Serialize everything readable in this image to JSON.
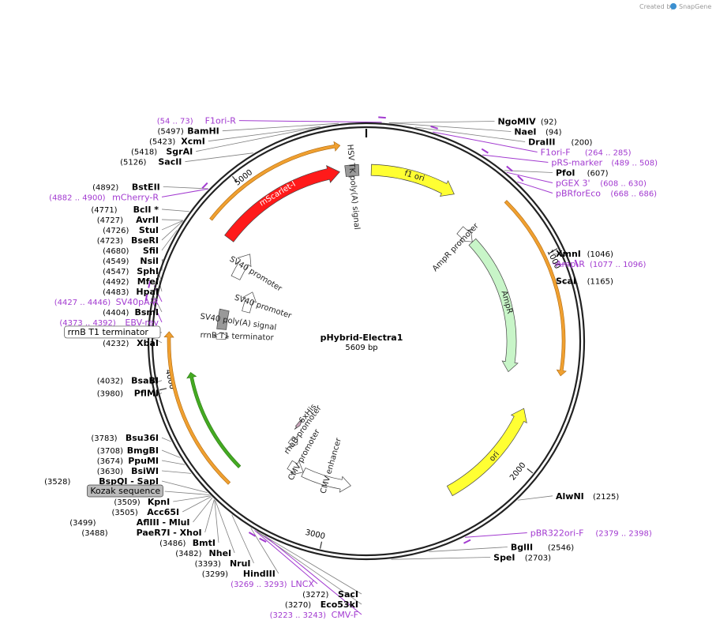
{
  "plasmid": {
    "name": "pHybrid-Electra1",
    "size_label": "5609 bp",
    "length": 5609
  },
  "credit": {
    "prefix": "Created by",
    "brand": "SnapGene"
  },
  "ruler": [
    {
      "label": "1000",
      "bp": 1000
    },
    {
      "label": "2000",
      "bp": 2000
    },
    {
      "label": "3000",
      "bp": 3000
    },
    {
      "label": "4000",
      "bp": 4000
    },
    {
      "label": "5000",
      "bp": 5000
    }
  ],
  "features": [
    {
      "name": "f1 ori",
      "start": 26,
      "end": 481,
      "dir": 1,
      "track": 1,
      "color": "#ffff33",
      "label_inside": true
    },
    {
      "name": "AmpR promoter",
      "start": 626,
      "end": 730,
      "dir": 1,
      "track": 2,
      "color": "#ffffff"
    },
    {
      "name": "AmpR",
      "start": 731,
      "end": 1591,
      "dir": 1,
      "track": 2,
      "color": "#c8f5c8",
      "label_inside": true
    },
    {
      "name": "ori",
      "start": 1762,
      "end": 2350,
      "dir": -1,
      "track": 1,
      "color": "#ffff33",
      "label_inside": true
    },
    {
      "name": "CMV enhancer",
      "start": 2900,
      "end": 3204,
      "dir": -1,
      "track": 2,
      "color": "#ffffff"
    },
    {
      "name": "CMV promoter",
      "start": 3205,
      "end": 3300,
      "dir": -1,
      "track": 2,
      "color": "#ffffff"
    },
    {
      "name": "rhaB promoter",
      "start": 3330,
      "end": 3390,
      "dir": -1,
      "track": 3,
      "color": "#ffffff"
    },
    {
      "name": "6xHis",
      "start": 3400,
      "end": 3425,
      "dir": -1,
      "track": 4,
      "color": "#c7a3b8"
    },
    {
      "name": "SV40 poly(A) signal",
      "start": 4280,
      "end": 4400,
      "dir": 0,
      "track": 2,
      "color": "#999999"
    },
    {
      "name": "SV40 promoter",
      "start": 4610,
      "end": 4780,
      "dir": 1,
      "track": 2,
      "color": "#ffffff"
    },
    {
      "name": "mScarlet-I",
      "start": 4780,
      "end": 5470,
      "dir": 1,
      "track": 1,
      "color": "#ff1a1a",
      "label_inside": true
    },
    {
      "name": "HSV TK poly(A) signal",
      "start": 5500,
      "end": 5570,
      "dir": 0,
      "track": 1,
      "color": "#999999"
    },
    {
      "name": "SV40 promoter",
      "start": 4420,
      "end": 4570,
      "dir": 1,
      "track": 3,
      "color": "#ffffff"
    },
    {
      "name": "rrnB T1 terminator",
      "start": 4220,
      "end": 4260,
      "dir": 1,
      "track": 2,
      "color": "#ffffff"
    }
  ],
  "orfs": [
    {
      "start": 700,
      "end": 1560,
      "dir": 1,
      "color": "#f0a030"
    },
    {
      "start": 3490,
      "end": 4250,
      "dir": 1,
      "color": "#f0a030"
    },
    {
      "start": 4800,
      "end": 5490,
      "dir": 1,
      "color": "#f0a030"
    },
    {
      "start": 3510,
      "end": 4050,
      "dir": 1,
      "color": "#44aa22"
    }
  ],
  "labels": [
    {
      "name": "NgoMIV",
      "pos": "(92)",
      "bp": 92,
      "side": "R",
      "kind": "site"
    },
    {
      "name": "NaeI",
      "pos": "(94)",
      "bp": 94,
      "side": "R",
      "kind": "site"
    },
    {
      "name": "DraIII",
      "pos": "(200)",
      "bp": 200,
      "side": "R",
      "kind": "site"
    },
    {
      "name": "F1ori-F",
      "pos": "(264 .. 285)",
      "bp": 275,
      "side": "R",
      "kind": "primer"
    },
    {
      "name": "pRS-marker",
      "pos": "(489 .. 508)",
      "bp": 498,
      "side": "R",
      "kind": "primer"
    },
    {
      "name": "PfoI",
      "pos": "(607)",
      "bp": 607,
      "side": "R",
      "kind": "site"
    },
    {
      "name": "pGEX 3'",
      "pos": "(608 .. 630)",
      "bp": 619,
      "side": "R",
      "kind": "primer"
    },
    {
      "name": "pBRforEco",
      "pos": "(668 .. 686)",
      "bp": 677,
      "side": "R",
      "kind": "primer"
    },
    {
      "name": "XmnI",
      "pos": "(1046)",
      "bp": 1046,
      "side": "R",
      "kind": "site"
    },
    {
      "name": "Amp-R",
      "pos": "(1077 .. 1096)",
      "bp": 1086,
      "side": "R",
      "kind": "primer"
    },
    {
      "name": "ScaI",
      "pos": "(1165)",
      "bp": 1165,
      "side": "R",
      "kind": "site"
    },
    {
      "name": "AlwNI",
      "pos": "(2125)",
      "bp": 2125,
      "side": "R",
      "kind": "site"
    },
    {
      "name": "pBR322ori-F",
      "pos": "(2379 .. 2398)",
      "bp": 2388,
      "side": "R",
      "kind": "primer"
    },
    {
      "name": "BglII",
      "pos": "(2546)",
      "bp": 2546,
      "side": "R",
      "kind": "site"
    },
    {
      "name": "SpeI",
      "pos": "(2703)",
      "bp": 2703,
      "side": "R",
      "kind": "site"
    },
    {
      "name": "F1ori-R",
      "pos": "(54 .. 73)",
      "bp": 63,
      "side": "L",
      "kind": "primer"
    },
    {
      "name": "BamHI",
      "pos": "(5497)",
      "bp": 5497,
      "side": "L",
      "kind": "site"
    },
    {
      "name": "XcmI",
      "pos": "(5423)",
      "bp": 5423,
      "side": "L",
      "kind": "site"
    },
    {
      "name": "SgrAI",
      "pos": "(5418)",
      "bp": 5418,
      "side": "L",
      "kind": "site"
    },
    {
      "name": "SacII",
      "pos": "(5126)",
      "bp": 5126,
      "side": "L",
      "kind": "site"
    },
    {
      "name": "mCherry-R",
      "pos": "(4882 .. 4900)",
      "bp": 4891,
      "side": "L",
      "kind": "primer"
    },
    {
      "name": "BstEII",
      "pos": "(4892)",
      "bp": 4892,
      "side": "L",
      "kind": "site"
    },
    {
      "name": "BclI *",
      "pos": "(4771)",
      "bp": 4771,
      "side": "L",
      "kind": "site"
    },
    {
      "name": "AvrII",
      "pos": "(4727)",
      "bp": 4727,
      "side": "L",
      "kind": "site"
    },
    {
      "name": "StuI",
      "pos": "(4726)",
      "bp": 4726,
      "side": "L",
      "kind": "site"
    },
    {
      "name": "BseRI",
      "pos": "(4723)",
      "bp": 4723,
      "side": "L",
      "kind": "site"
    },
    {
      "name": "SfiI",
      "pos": "(4680)",
      "bp": 4680,
      "side": "L",
      "kind": "site"
    },
    {
      "name": "NsiI",
      "pos": "(4549)",
      "bp": 4549,
      "side": "L",
      "kind": "site"
    },
    {
      "name": "SphI",
      "pos": "(4547)",
      "bp": 4547,
      "side": "L",
      "kind": "site"
    },
    {
      "name": "MfeI",
      "pos": "(4492)",
      "bp": 4492,
      "side": "L",
      "kind": "site"
    },
    {
      "name": "HpaI",
      "pos": "(4483)",
      "bp": 4483,
      "side": "L",
      "kind": "site"
    },
    {
      "name": "SV40pA-R",
      "pos": "(4427 .. 4446)",
      "bp": 4436,
      "side": "L",
      "kind": "primer"
    },
    {
      "name": "BsmI",
      "pos": "(4404)",
      "bp": 4404,
      "side": "L",
      "kind": "site"
    },
    {
      "name": "EBV-rev",
      "pos": "(4373 .. 4392)",
      "bp": 4382,
      "side": "L",
      "kind": "primer"
    },
    {
      "name": "rrnB T1 terminator",
      "pos": "",
      "bp": 4240,
      "side": "L",
      "kind": "box"
    },
    {
      "name": "XbaI",
      "pos": "(4232)",
      "bp": 4232,
      "side": "L",
      "kind": "site"
    },
    {
      "name": "BsaBI",
      "pos": "(4032)",
      "bp": 4032,
      "side": "L",
      "kind": "site"
    },
    {
      "name": "PflMI",
      "pos": "(3980)",
      "bp": 3980,
      "side": "L",
      "kind": "site"
    },
    {
      "name": "Bsu36I",
      "pos": "(3783)",
      "bp": 3783,
      "side": "L",
      "kind": "site"
    },
    {
      "name": "BmgBI",
      "pos": "(3708)",
      "bp": 3708,
      "side": "L",
      "kind": "site"
    },
    {
      "name": "PpuMI",
      "pos": "(3674)",
      "bp": 3674,
      "side": "L",
      "kind": "site"
    },
    {
      "name": "BsiWI",
      "pos": "(3630)",
      "bp": 3630,
      "side": "L",
      "kind": "site"
    },
    {
      "name": "BspQI  -  SapI",
      "pos": "(3528)",
      "bp": 3528,
      "side": "L",
      "kind": "site"
    },
    {
      "name": "Kozak sequence",
      "pos": "",
      "bp": 3515,
      "side": "L",
      "kind": "graybox"
    },
    {
      "name": "KpnI",
      "pos": "(3509)",
      "bp": 3509,
      "side": "L",
      "kind": "site"
    },
    {
      "name": "Acc65I",
      "pos": "(3505)",
      "bp": 3505,
      "side": "L",
      "kind": "site"
    },
    {
      "name": "AflIII  -  MluI",
      "pos": "(3499)",
      "bp": 3499,
      "side": "L",
      "kind": "site"
    },
    {
      "name": "PaeR7I  -  XhoI",
      "pos": "(3488)",
      "bp": 3488,
      "side": "L",
      "kind": "site"
    },
    {
      "name": "BmtI",
      "pos": "(3486)",
      "bp": 3486,
      "side": "L",
      "kind": "site"
    },
    {
      "name": "NheI",
      "pos": "(3482)",
      "bp": 3482,
      "side": "L",
      "kind": "site"
    },
    {
      "name": "NruI",
      "pos": "(3393)",
      "bp": 3393,
      "side": "L",
      "kind": "site"
    },
    {
      "name": "HindIII",
      "pos": "(3299)",
      "bp": 3299,
      "side": "L",
      "kind": "site"
    },
    {
      "name": "SacI",
      "pos": "(3272)",
      "bp": 3272,
      "side": "L",
      "kind": "site"
    },
    {
      "name": "Eco53kI",
      "pos": "(3270)",
      "bp": 3270,
      "side": "L",
      "kind": "site"
    },
    {
      "name": "LNCX",
      "pos": "(3269 .. 3293)",
      "bp": 3281,
      "side": "L",
      "kind": "primer"
    },
    {
      "name": "CMV-F",
      "pos": "(3223 .. 3243)",
      "bp": 3233,
      "side": "L",
      "kind": "primer"
    }
  ]
}
